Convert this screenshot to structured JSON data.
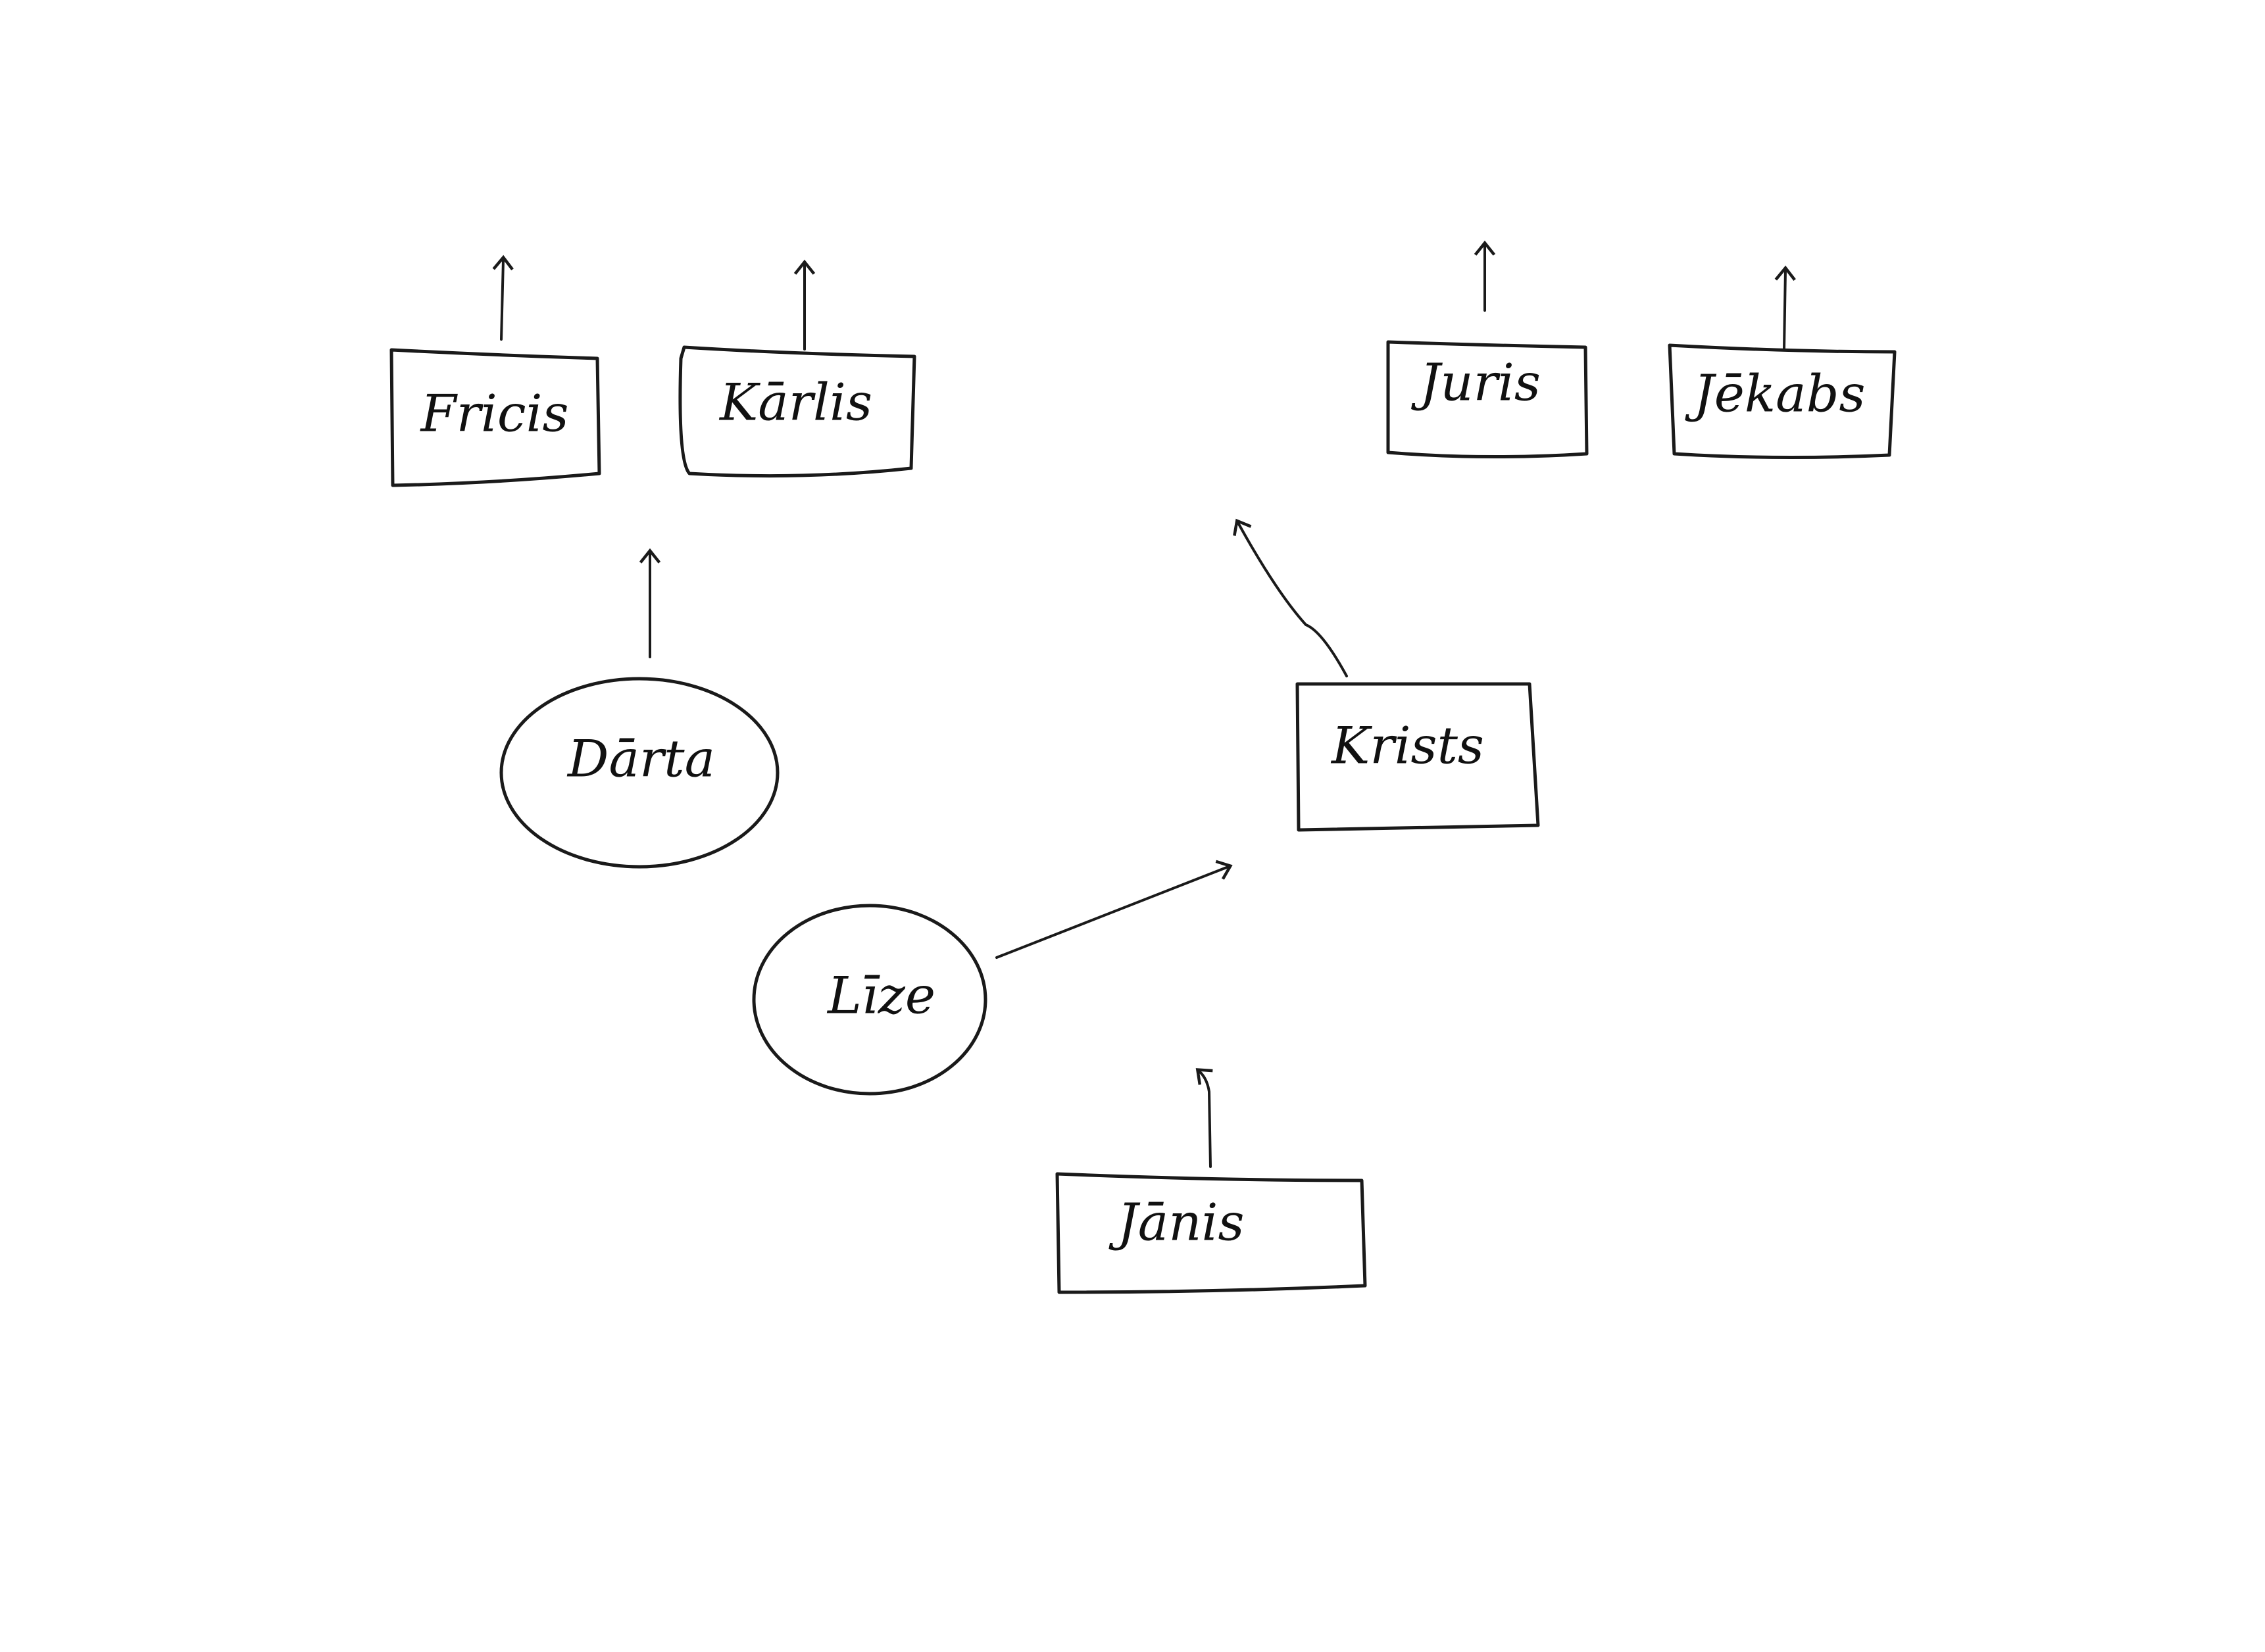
{
  "diagram": {
    "nodes": [
      {
        "id": "fricis",
        "label": "Fricis",
        "shape": "rectangle"
      },
      {
        "id": "karlis",
        "label": "Kārlis",
        "shape": "rectangle"
      },
      {
        "id": "juris",
        "label": "Juris",
        "shape": "rectangle"
      },
      {
        "id": "jekabs",
        "label": "Jēkabs",
        "shape": "rectangle"
      },
      {
        "id": "darta",
        "label": "Dārta",
        "shape": "ellipse"
      },
      {
        "id": "krists",
        "label": "Krists",
        "shape": "rectangle"
      },
      {
        "id": "lize",
        "label": "Līze",
        "shape": "ellipse"
      },
      {
        "id": "janis",
        "label": "Jānis",
        "shape": "rectangle"
      }
    ],
    "edges": [
      {
        "from": "fricis",
        "to": "up"
      },
      {
        "from": "karlis",
        "to": "up"
      },
      {
        "from": "juris",
        "to": "up"
      },
      {
        "from": "jekabs",
        "to": "up"
      },
      {
        "from": "darta",
        "to": "up"
      },
      {
        "from": "krists",
        "to": "up-left"
      },
      {
        "from": "lize",
        "to": "up-right"
      },
      {
        "from": "janis",
        "to": "up"
      }
    ]
  }
}
